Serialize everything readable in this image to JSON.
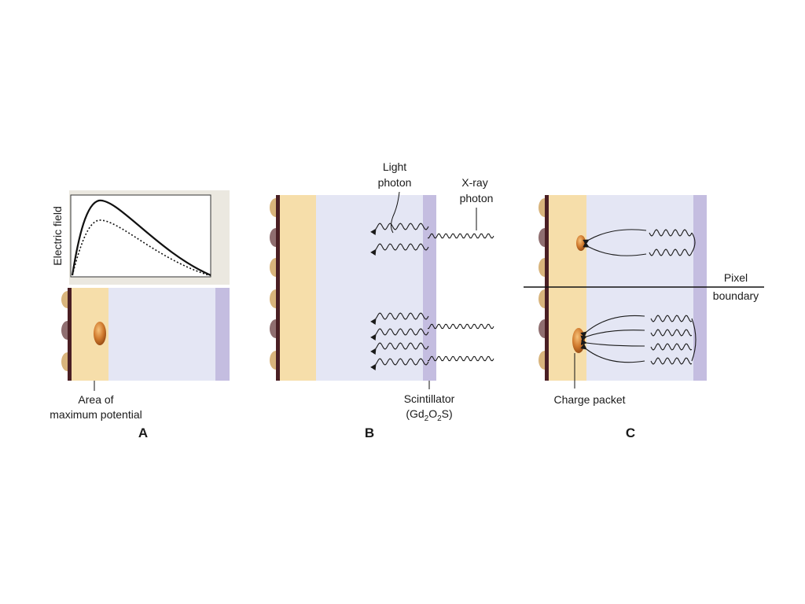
{
  "panels": {
    "a": {
      "letter": "A",
      "ylabel": "Electric field",
      "area_label_line1": "Area of",
      "area_label_line2": "maximum potential"
    },
    "b": {
      "letter": "B",
      "light_label_line1": "Light",
      "light_label_line2": "photon",
      "xray_label_line1": "X-ray",
      "xray_label_line2": "photon",
      "scint_label_line1": "Scintillator",
      "scint_formula": {
        "p1": "(Gd",
        "s1": "2",
        "p2": "O",
        "s2": "2",
        "p3": "S)"
      }
    },
    "c": {
      "letter": "C",
      "pixel_label_line1": "Pixel",
      "pixel_label_line2": "boundary",
      "charge_label": "Charge packet"
    }
  },
  "colors": {
    "electrode_dark": "#4a1f24",
    "depletion": "#f6deaa",
    "substrate": "#e4e6f4",
    "scintillator": "#c4bde0",
    "gate_tan": "#d8b47c",
    "gate_mauve": "#8f6e70",
    "charge": "#d07a2e",
    "graph_bg": "#ebe8e0"
  },
  "icons": [
    "charge-packet-icon",
    "gate-electrode-icon",
    "wavy-photon-icon"
  ]
}
